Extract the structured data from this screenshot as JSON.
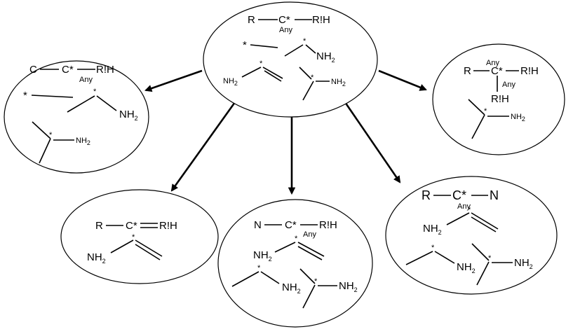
{
  "labels": {
    "R": "R",
    "C": "C",
    "C_star": "C*",
    "R_H": "R!H",
    "Any": "Any",
    "star": "*",
    "NH": "NH",
    "sub2": "2",
    "N": "N"
  },
  "diagram": {
    "nodes": [
      {
        "id": "center",
        "description": "R-C*(Any)-R!H with fragments"
      },
      {
        "id": "upper-left",
        "description": "C-C*(Any)-R!H"
      },
      {
        "id": "upper-right",
        "description": "R-C*(Any)(R!H)-R!H"
      },
      {
        "id": "lower-left",
        "description": "R-C*=R!H"
      },
      {
        "id": "lower-middle",
        "description": "N-C*(Any)-R!H"
      },
      {
        "id": "lower-right",
        "description": "R-C*(Any)-N"
      }
    ],
    "edges": [
      {
        "from": "center",
        "to": "upper-left"
      },
      {
        "from": "center",
        "to": "upper-right"
      },
      {
        "from": "center",
        "to": "lower-left"
      },
      {
        "from": "center",
        "to": "lower-middle"
      },
      {
        "from": "center",
        "to": "lower-right"
      }
    ]
  }
}
